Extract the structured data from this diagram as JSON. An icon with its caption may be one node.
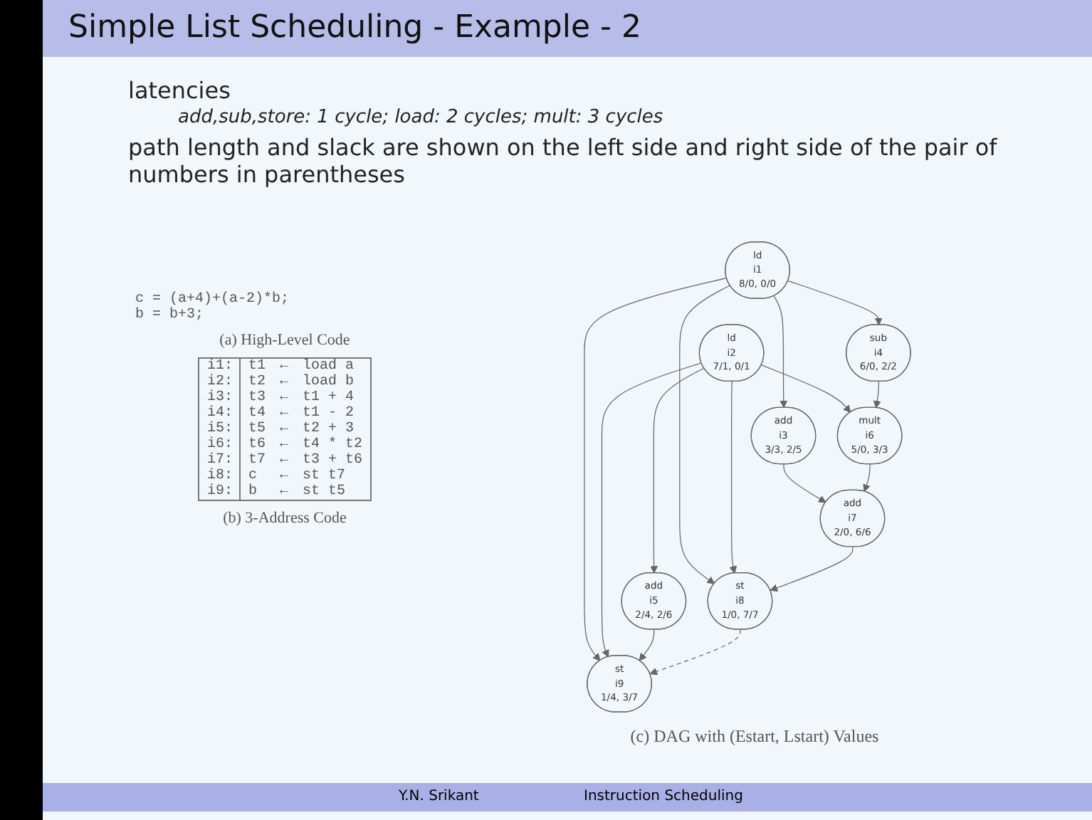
{
  "diagram": {
    "title": "Simple List Scheduling - Example - 2",
    "caption": "(c) DAG with (Estart, Lstart) Values",
    "nodes": [
      {
        "text": [
          "ld",
          "i1",
          "8/0, 0/0"
        ]
      },
      {
        "text": [
          "ld",
          "i2",
          "7/1, 0/1"
        ]
      },
      {
        "text": [
          "add",
          "i3",
          "3/3, 2/5"
        ]
      },
      {
        "text": [
          "sub",
          "i4",
          "6/0, 2/2"
        ]
      },
      {
        "text": [
          "add",
          "i5",
          "2/4, 2/6"
        ]
      },
      {
        "text": [
          "mult",
          "i6",
          "5/0, 3/3"
        ]
      },
      {
        "text": [
          "st",
          "i9",
          "1/4, 3/7"
        ]
      },
      {
        "text": [
          "add",
          "i7",
          "2/0, 6/6"
        ]
      },
      {
        "text": [
          "st",
          "i8",
          "1/0, 7/7"
        ]
      }
    ],
    "edges": [
      {
        "from": 0,
        "to": 2,
        "arrow": "to"
      },
      {
        "from": 0,
        "to": 3,
        "arrow": "to"
      },
      {
        "from": 0,
        "to": 6,
        "arrow": "to"
      },
      {
        "from": 0,
        "to": 8,
        "arrow": "to"
      },
      {
        "from": 1,
        "to": 5,
        "arrow": "to"
      },
      {
        "from": 1,
        "to": 4,
        "arrow": "to"
      },
      {
        "from": 1,
        "to": 6,
        "arrow": "to"
      },
      {
        "from": 1,
        "to": 8,
        "arrow": "to"
      },
      {
        "from": 2,
        "to": 7,
        "arrow": "to"
      },
      {
        "from": 3,
        "to": 5,
        "arrow": "to"
      },
      {
        "from": 4,
        "to": 6,
        "arrow": "to"
      },
      {
        "from": 5,
        "to": 7,
        "arrow": "to"
      },
      {
        "from": 7,
        "to": 8,
        "arrow": "to"
      },
      {
        "from": 8,
        "to": 6,
        "arrow": "to",
        "style": "dashed"
      }
    ],
    "labels": [
      "latencies",
      "add,sub,store: 1 cycle; load: 2 cycles; mult: 3 cycles",
      "path length and slack are shown on the left side and right side of the pair of numbers in parentheses",
      "c = (a+4)+(a-2)*b;",
      "b = b+3;",
      "(a) High-Level Code",
      "i1:",
      "t1",
      "←",
      "load a",
      "i2:",
      "t2",
      "←",
      "load b",
      "i3:",
      "t3",
      "←",
      "t1 + 4",
      "i4:",
      "t4",
      "←",
      "t1 - 2",
      "i5:",
      "t5",
      "←",
      "t2 + 3",
      "i6:",
      "t6",
      "←",
      "t4 * t2",
      "i7:",
      "t7",
      "←",
      "t3 + t6",
      "i8:",
      "c",
      "←",
      "st t7",
      "i9:",
      "b",
      "←",
      "st t5",
      "(b) 3-Address Code",
      "Y.N. Srikant",
      "Instruction Scheduling"
    ]
  }
}
